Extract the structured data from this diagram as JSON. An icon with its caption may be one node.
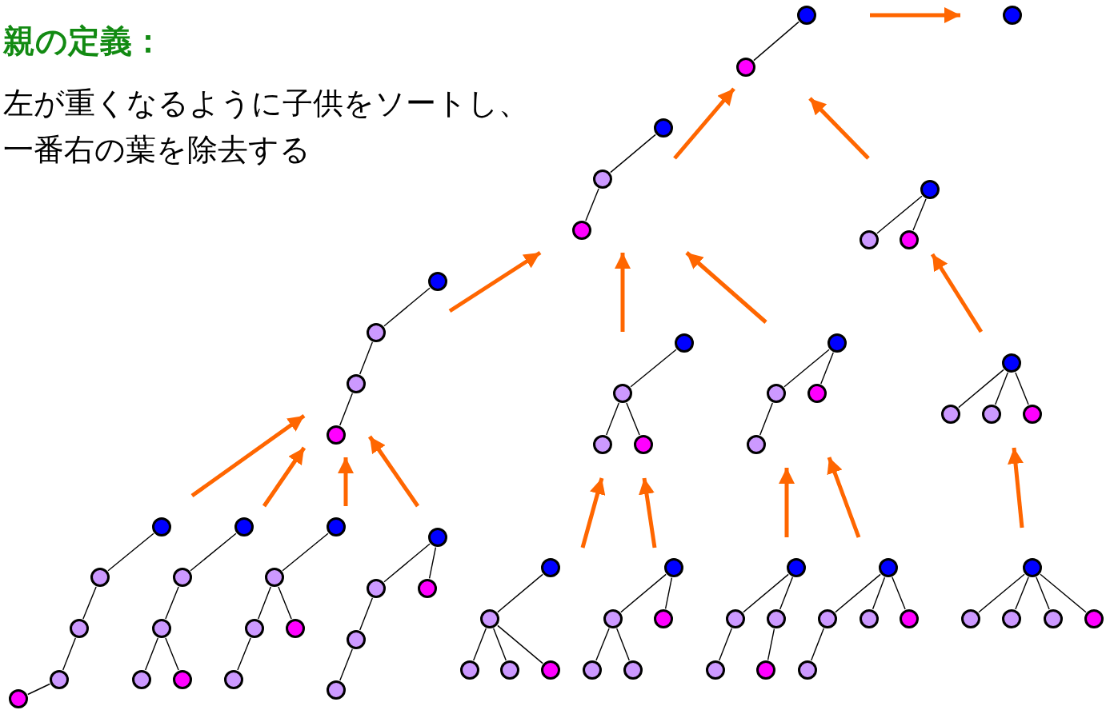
{
  "diagram": {
    "title": "親の定義：",
    "labels": [
      "左が重くなるように子供をソートし、一番右の葉を除去する"
    ],
    "nodes": [
      {
        "text": [],
        "shape": "tree"
      },
      {
        "text": [],
        "shape": "circle",
        "in": 0
      },
      {
        "text": [],
        "shape": "circle",
        "in": 0
      },
      {
        "text": [],
        "shape": "tree"
      },
      {
        "text": [],
        "shape": "circle",
        "in": 3
      },
      {
        "text": [],
        "shape": "tree"
      },
      {
        "text": [],
        "shape": "circle",
        "in": 5
      },
      {
        "text": [],
        "shape": "circle",
        "in": 5
      },
      {
        "text": [],
        "shape": "circle",
        "in": 5
      },
      {
        "text": [],
        "shape": "tree"
      },
      {
        "text": [],
        "shape": "circle",
        "in": 9
      },
      {
        "text": [],
        "shape": "circle",
        "in": 9
      },
      {
        "text": [],
        "shape": "circle",
        "in": 9
      },
      {
        "text": [],
        "shape": "tree"
      },
      {
        "text": [],
        "shape": "circle",
        "in": 13
      },
      {
        "text": [],
        "shape": "circle",
        "in": 13
      },
      {
        "text": [],
        "shape": "circle",
        "in": 13
      },
      {
        "text": [],
        "shape": "circle",
        "in": 13
      },
      {
        "text": [],
        "shape": "tree"
      },
      {
        "text": [],
        "shape": "circle",
        "in": 18
      },
      {
        "text": [],
        "shape": "circle",
        "in": 18
      },
      {
        "text": [],
        "shape": "circle",
        "in": 18
      },
      {
        "text": [],
        "shape": "circle",
        "in": 18
      },
      {
        "text": [],
        "shape": "tree"
      },
      {
        "text": [],
        "shape": "circle",
        "in": 23
      },
      {
        "text": [],
        "shape": "circle",
        "in": 23
      },
      {
        "text": [],
        "shape": "circle",
        "in": 23
      },
      {
        "text": [],
        "shape": "circle",
        "in": 23
      },
      {
        "text": [],
        "shape": "tree"
      },
      {
        "text": [],
        "shape": "circle",
        "in": 28
      },
      {
        "text": [],
        "shape": "circle",
        "in": 28
      },
      {
        "text": [],
        "shape": "circle",
        "in": 28
      },
      {
        "text": [],
        "shape": "circle",
        "in": 28
      },
      {
        "text": [],
        "shape": "tree"
      },
      {
        "text": [],
        "shape": "circle",
        "in": 33
      },
      {
        "text": [],
        "shape": "circle",
        "in": 33
      },
      {
        "text": [],
        "shape": "circle",
        "in": 33
      },
      {
        "text": [],
        "shape": "circle",
        "in": 33
      },
      {
        "text": [],
        "shape": "circle",
        "in": 33
      },
      {
        "text": [],
        "shape": "tree"
      },
      {
        "text": [],
        "shape": "circle",
        "in": 39
      },
      {
        "text": [],
        "shape": "circle",
        "in": 39
      },
      {
        "text": [],
        "shape": "circle",
        "in": 39
      },
      {
        "text": [],
        "shape": "circle",
        "in": 39
      },
      {
        "text": [],
        "shape": "circle",
        "in": 39
      },
      {
        "text": [],
        "shape": "tree"
      },
      {
        "text": [],
        "shape": "circle",
        "in": 45
      },
      {
        "text": [],
        "shape": "circle",
        "in": 45
      },
      {
        "text": [],
        "shape": "circle",
        "in": 45
      },
      {
        "text": [],
        "shape": "circle",
        "in": 45
      },
      {
        "text": [],
        "shape": "circle",
        "in": 45
      },
      {
        "text": [],
        "shape": "tree"
      },
      {
        "text": [],
        "shape": "circle",
        "in": 51
      },
      {
        "text": [],
        "shape": "circle",
        "in": 51
      },
      {
        "text": [],
        "shape": "circle",
        "in": 51
      },
      {
        "text": [],
        "shape": "circle",
        "in": 51
      },
      {
        "text": [],
        "shape": "circle",
        "in": 51
      },
      {
        "text": [],
        "shape": "tree"
      },
      {
        "text": [],
        "shape": "circle",
        "in": 57
      },
      {
        "text": [],
        "shape": "circle",
        "in": 57
      },
      {
        "text": [],
        "shape": "circle",
        "in": 57
      },
      {
        "text": [],
        "shape": "circle",
        "in": 57
      },
      {
        "text": [],
        "shape": "circle",
        "in": 57
      },
      {
        "text": [],
        "shape": "tree"
      },
      {
        "text": [],
        "shape": "circle",
        "in": 63
      },
      {
        "text": [],
        "shape": "circle",
        "in": 63
      },
      {
        "text": [],
        "shape": "circle",
        "in": 63
      },
      {
        "text": [],
        "shape": "circle",
        "in": 63
      },
      {
        "text": [],
        "shape": "circle",
        "in": 63
      },
      {
        "text": [],
        "shape": "tree"
      },
      {
        "text": [],
        "shape": "circle",
        "in": 69
      },
      {
        "text": [],
        "shape": "circle",
        "in": 69
      },
      {
        "text": [],
        "shape": "circle",
        "in": 69
      },
      {
        "text": [],
        "shape": "circle",
        "in": 69
      },
      {
        "text": [],
        "shape": "circle",
        "in": 69
      },
      {
        "text": [],
        "shape": "tree"
      },
      {
        "text": [],
        "shape": "circle",
        "in": 75
      },
      {
        "text": [],
        "shape": "circle",
        "in": 75
      },
      {
        "text": [],
        "shape": "circle",
        "in": 75
      },
      {
        "text": [],
        "shape": "circle",
        "in": 75
      },
      {
        "text": [],
        "shape": "circle",
        "in": 75
      },
      {
        "text": [],
        "shape": "tree"
      },
      {
        "text": [],
        "shape": "circle",
        "in": 81
      },
      {
        "text": [],
        "shape": "circle",
        "in": 81
      },
      {
        "text": [],
        "shape": "circle",
        "in": 81
      },
      {
        "text": [],
        "shape": "circle",
        "in": 81
      },
      {
        "text": [],
        "shape": "circle",
        "in": 81
      }
    ],
    "edges": [
      {
        "from": 1,
        "to": 2,
        "arrow": "none"
      },
      {
        "from": 6,
        "to": 7,
        "arrow": "none"
      },
      {
        "from": 7,
        "to": 8,
        "arrow": "none"
      },
      {
        "from": 10,
        "to": 11,
        "arrow": "none"
      },
      {
        "from": 10,
        "to": 12,
        "arrow": "none"
      },
      {
        "from": 14,
        "to": 15,
        "arrow": "none"
      },
      {
        "from": 15,
        "to": 16,
        "arrow": "none"
      },
      {
        "from": 16,
        "to": 17,
        "arrow": "none"
      },
      {
        "from": 19,
        "to": 20,
        "arrow": "none"
      },
      {
        "from": 20,
        "to": 21,
        "arrow": "none"
      },
      {
        "from": 20,
        "to": 22,
        "arrow": "none"
      },
      {
        "from": 24,
        "to": 25,
        "arrow": "none"
      },
      {
        "from": 24,
        "to": 26,
        "arrow": "none"
      },
      {
        "from": 25,
        "to": 27,
        "arrow": "none"
      },
      {
        "from": 29,
        "to": 30,
        "arrow": "none"
      },
      {
        "from": 29,
        "to": 31,
        "arrow": "none"
      },
      {
        "from": 29,
        "to": 32,
        "arrow": "none"
      },
      {
        "from": 34,
        "to": 35,
        "arrow": "none"
      },
      {
        "from": 35,
        "to": 36,
        "arrow": "none"
      },
      {
        "from": 36,
        "to": 37,
        "arrow": "none"
      },
      {
        "from": 37,
        "to": 38,
        "arrow": "none"
      },
      {
        "from": 40,
        "to": 41,
        "arrow": "none"
      },
      {
        "from": 41,
        "to": 42,
        "arrow": "none"
      },
      {
        "from": 42,
        "to": 43,
        "arrow": "none"
      },
      {
        "from": 42,
        "to": 44,
        "arrow": "none"
      },
      {
        "from": 46,
        "to": 47,
        "arrow": "none"
      },
      {
        "from": 47,
        "to": 48,
        "arrow": "none"
      },
      {
        "from": 47,
        "to": 49,
        "arrow": "none"
      },
      {
        "from": 48,
        "to": 50,
        "arrow": "none"
      },
      {
        "from": 52,
        "to": 53,
        "arrow": "none"
      },
      {
        "from": 52,
        "to": 54,
        "arrow": "none"
      },
      {
        "from": 53,
        "to": 55,
        "arrow": "none"
      },
      {
        "from": 55,
        "to": 56,
        "arrow": "none"
      },
      {
        "from": 58,
        "to": 59,
        "arrow": "none"
      },
      {
        "from": 59,
        "to": 60,
        "arrow": "none"
      },
      {
        "from": 59,
        "to": 61,
        "arrow": "none"
      },
      {
        "from": 59,
        "to": 62,
        "arrow": "none"
      },
      {
        "from": 64,
        "to": 65,
        "arrow": "none"
      },
      {
        "from": 64,
        "to": 66,
        "arrow": "none"
      },
      {
        "from": 65,
        "to": 67,
        "arrow": "none"
      },
      {
        "from": 65,
        "to": 68,
        "arrow": "none"
      },
      {
        "from": 70,
        "to": 71,
        "arrow": "none"
      },
      {
        "from": 70,
        "to": 72,
        "arrow": "none"
      },
      {
        "from": 71,
        "to": 73,
        "arrow": "none"
      },
      {
        "from": 72,
        "to": 74,
        "arrow": "none"
      },
      {
        "from": 76,
        "to": 77,
        "arrow": "none"
      },
      {
        "from": 76,
        "to": 78,
        "arrow": "none"
      },
      {
        "from": 76,
        "to": 79,
        "arrow": "none"
      },
      {
        "from": 77,
        "to": 80,
        "arrow": "none"
      },
      {
        "from": 82,
        "to": 83,
        "arrow": "none"
      },
      {
        "from": 82,
        "to": 84,
        "arrow": "none"
      },
      {
        "from": 82,
        "to": 85,
        "arrow": "none"
      },
      {
        "from": 82,
        "to": 86,
        "arrow": "none"
      },
      {
        "from": 0,
        "to": 3,
        "arrow": "to",
        "style": "thick",
        "color": "#ff6600"
      },
      {
        "from": 5,
        "to": 0,
        "arrow": "to",
        "style": "thick",
        "color": "#ff6600"
      },
      {
        "from": 9,
        "to": 0,
        "arrow": "to",
        "style": "thick",
        "color": "#ff6600"
      },
      {
        "from": 13,
        "to": 5,
        "arrow": "to",
        "style": "thick",
        "color": "#ff6600"
      },
      {
        "from": 18,
        "to": 5,
        "arrow": "to",
        "style": "thick",
        "color": "#ff6600"
      },
      {
        "from": 23,
        "to": 5,
        "arrow": "to",
        "style": "thick",
        "color": "#ff6600"
      },
      {
        "from": 28,
        "to": 9,
        "arrow": "to",
        "style": "thick",
        "color": "#ff6600"
      },
      {
        "from": 33,
        "to": 13,
        "arrow": "to",
        "style": "thick",
        "color": "#ff6600"
      },
      {
        "from": 39,
        "to": 13,
        "arrow": "to",
        "style": "thick",
        "color": "#ff6600"
      },
      {
        "from": 45,
        "to": 13,
        "arrow": "to",
        "style": "thick",
        "color": "#ff6600"
      },
      {
        "from": 51,
        "to": 13,
        "arrow": "to",
        "style": "thick",
        "color": "#ff6600"
      },
      {
        "from": 57,
        "to": 18,
        "arrow": "to",
        "style": "thick",
        "color": "#ff6600"
      },
      {
        "from": 63,
        "to": 18,
        "arrow": "to",
        "style": "thick",
        "color": "#ff6600"
      },
      {
        "from": 69,
        "to": 23,
        "arrow": "to",
        "style": "thick",
        "color": "#ff6600"
      },
      {
        "from": 75,
        "to": 23,
        "arrow": "to",
        "style": "thick",
        "color": "#ff6600"
      },
      {
        "from": 81,
        "to": 28,
        "arrow": "to",
        "style": "thick",
        "color": "#ff6600"
      }
    ]
  }
}
